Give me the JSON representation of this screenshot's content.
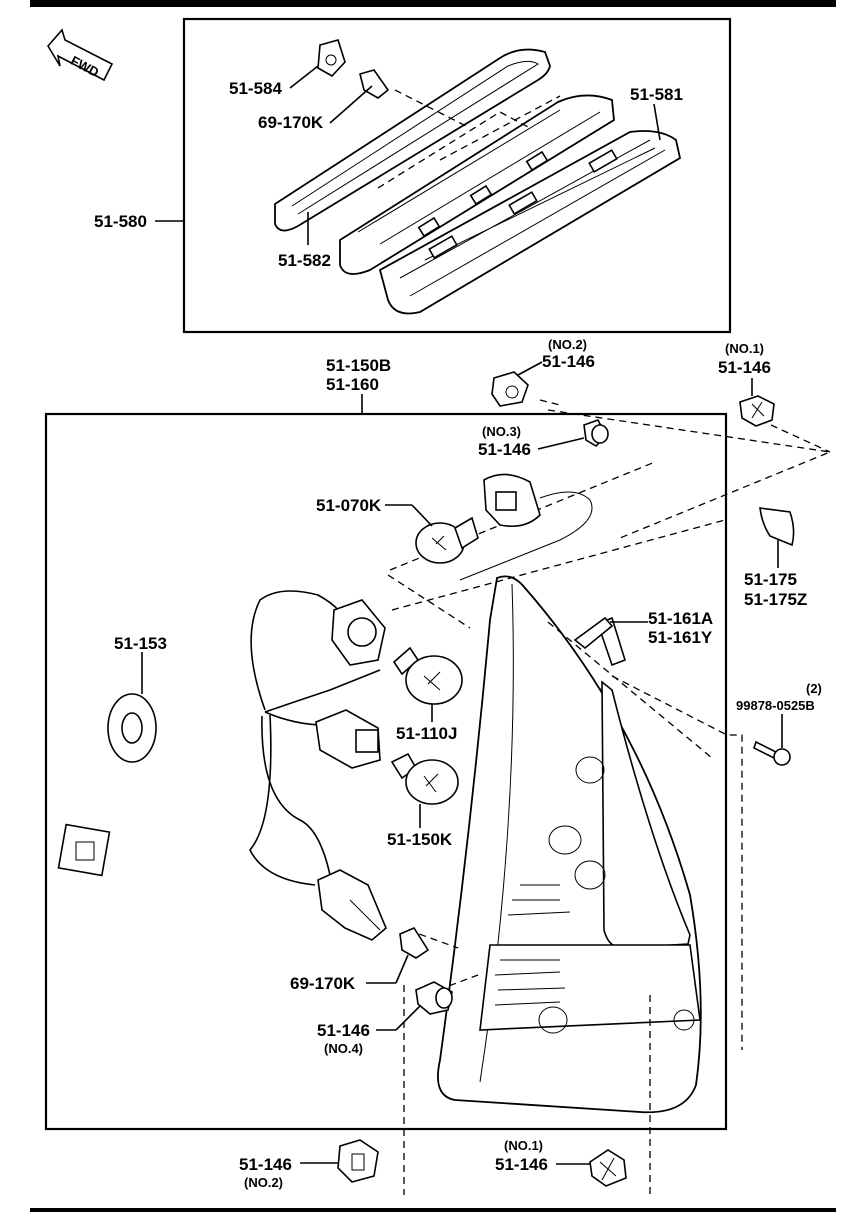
{
  "fwd_label": "FWD",
  "labels": {
    "p51_584": "51-584",
    "p69_170k_top": "69-170K",
    "p51_581": "51-581",
    "p51_580": "51-580",
    "p51_582": "51-582",
    "p51_150b": "51-150B",
    "p51_160": "51-160",
    "no2_top": "(NO.2)",
    "p51_146_no2_top": "51-146",
    "no1_top": "(NO.1)",
    "p51_146_no1_top": "51-146",
    "no3": "(NO.3)",
    "p51_146_no3": "51-146",
    "p51_070k": "51-070K",
    "p51_175": "51-175",
    "p51_175z": "51-175Z",
    "p51_153": "51-153",
    "p51_161a": "51-161A",
    "p51_161y": "51-161Y",
    "qty2": "(2)",
    "p99878": "99878-0525B",
    "p51_110j": "51-110J",
    "p51_150k": "51-150K",
    "p69_170k_bottom": "69-170K",
    "p51_146_no4": "51-146",
    "no4": "(NO.4)",
    "p51_146_no2_bottom": "51-146",
    "no2_bottom": "(NO.2)",
    "no1_bottom": "(NO.1)",
    "p51_146_no1_bottom": "51-146"
  }
}
